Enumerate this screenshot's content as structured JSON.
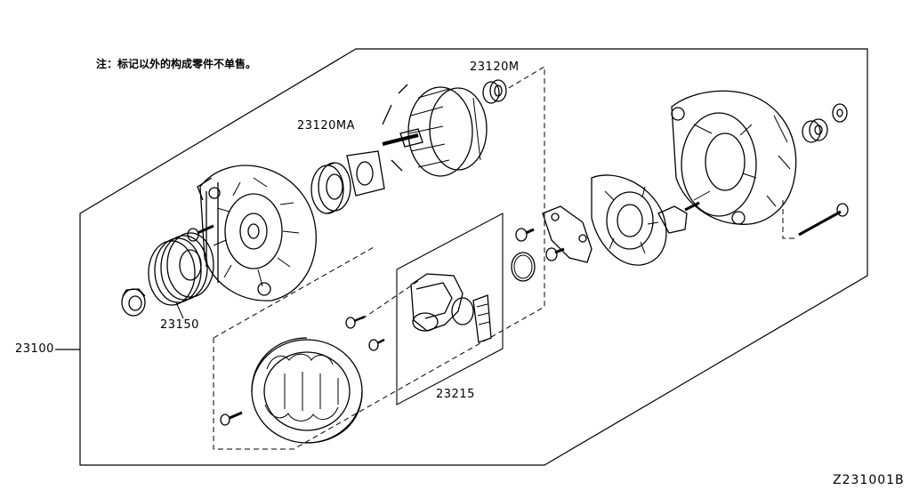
{
  "note": "注：标记以外的构成零件不单售。",
  "labels": {
    "assembly": "23100",
    "pulley": "23150",
    "bearing_rear": "23120M",
    "bearing_front": "23120MA",
    "regulator": "23215"
  },
  "drawing_code": "Z231001B"
}
